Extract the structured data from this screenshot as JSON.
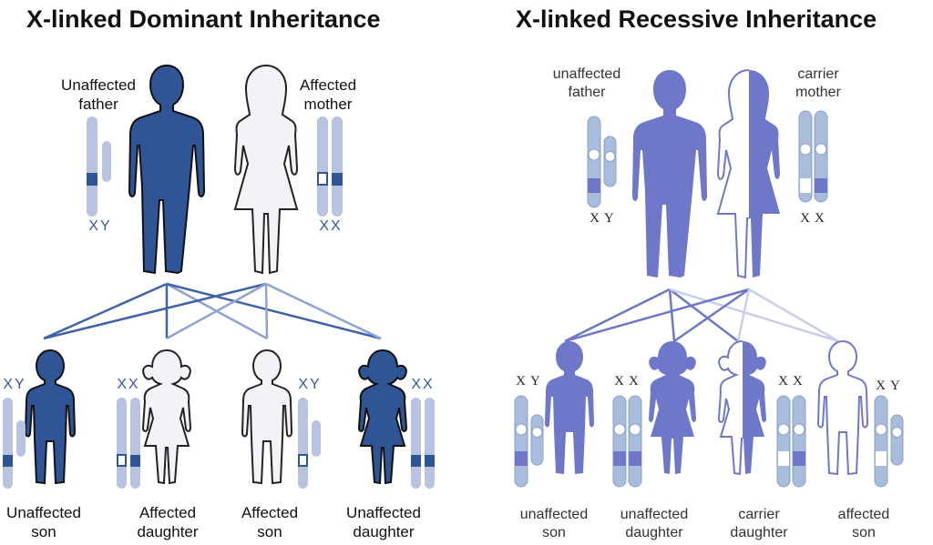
{
  "titles": {
    "dominant": "X-linked Dominant Inheritance",
    "recessive": "X-linked Recessive Inheritance"
  },
  "dominant": {
    "parents": [
      {
        "line1": "Unaffected",
        "line2": "father",
        "chromosomes": "XY"
      },
      {
        "line1": "Affected",
        "line2": "mother",
        "chromosomes": "XX"
      }
    ],
    "children": [
      {
        "line1": "Unaffected",
        "line2": "son",
        "chromosomes": "XY"
      },
      {
        "line1": "Affected",
        "line2": "daughter",
        "chromosomes": "XX"
      },
      {
        "line1": "Affected",
        "line2": "son",
        "chromosomes": "XY"
      },
      {
        "line1": "Unaffected",
        "line2": "daughter",
        "chromosomes": "XX"
      }
    ]
  },
  "recessive": {
    "parents": [
      {
        "line1": "unaffected",
        "line2": "father",
        "chromosomes": "XY"
      },
      {
        "line1": "carrier",
        "line2": "mother",
        "chromosomes": "XX"
      }
    ],
    "children": [
      {
        "line1": "unaffected",
        "line2": "son",
        "chromosomes": "XY"
      },
      {
        "line1": "unaffected",
        "line2": "daughter",
        "chromosomes": "XX"
      },
      {
        "line1": "carrier",
        "line2": "daughter",
        "chromosomes": "XX"
      },
      {
        "line1": "affected",
        "line2": "son",
        "chromosomes": "XY"
      }
    ]
  },
  "colors": {
    "dominant_dark": "#2f5597",
    "dominant_light_fill": "#f2f2f7",
    "chromosome_light": "#b8c3e0",
    "recessive_figure": "#6f78c8",
    "recessive_chromosome": "#a9bcdc"
  }
}
